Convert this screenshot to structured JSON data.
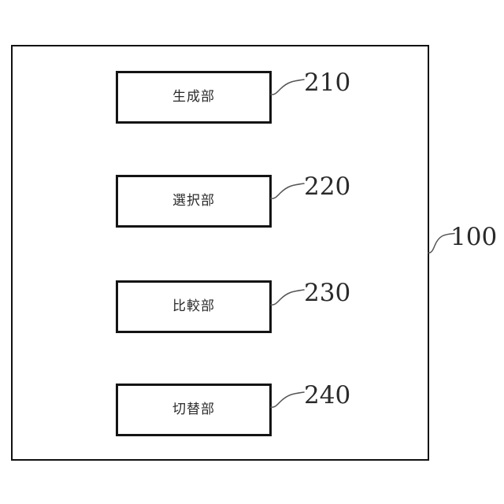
{
  "figure": {
    "type": "patent-block-diagram",
    "background_color": "#ffffff",
    "line_color": "#141414",
    "text_color": "#2b2b2b",
    "leader_color": "#555555",
    "system": {
      "name": "system-frame",
      "reference_numeral": "100"
    },
    "units": [
      {
        "label": "生成部",
        "reference_numeral": "210"
      },
      {
        "label": "選択部",
        "reference_numeral": "220"
      },
      {
        "label": "比較部",
        "reference_numeral": "230"
      },
      {
        "label": "切替部",
        "reference_numeral": "240"
      }
    ]
  }
}
